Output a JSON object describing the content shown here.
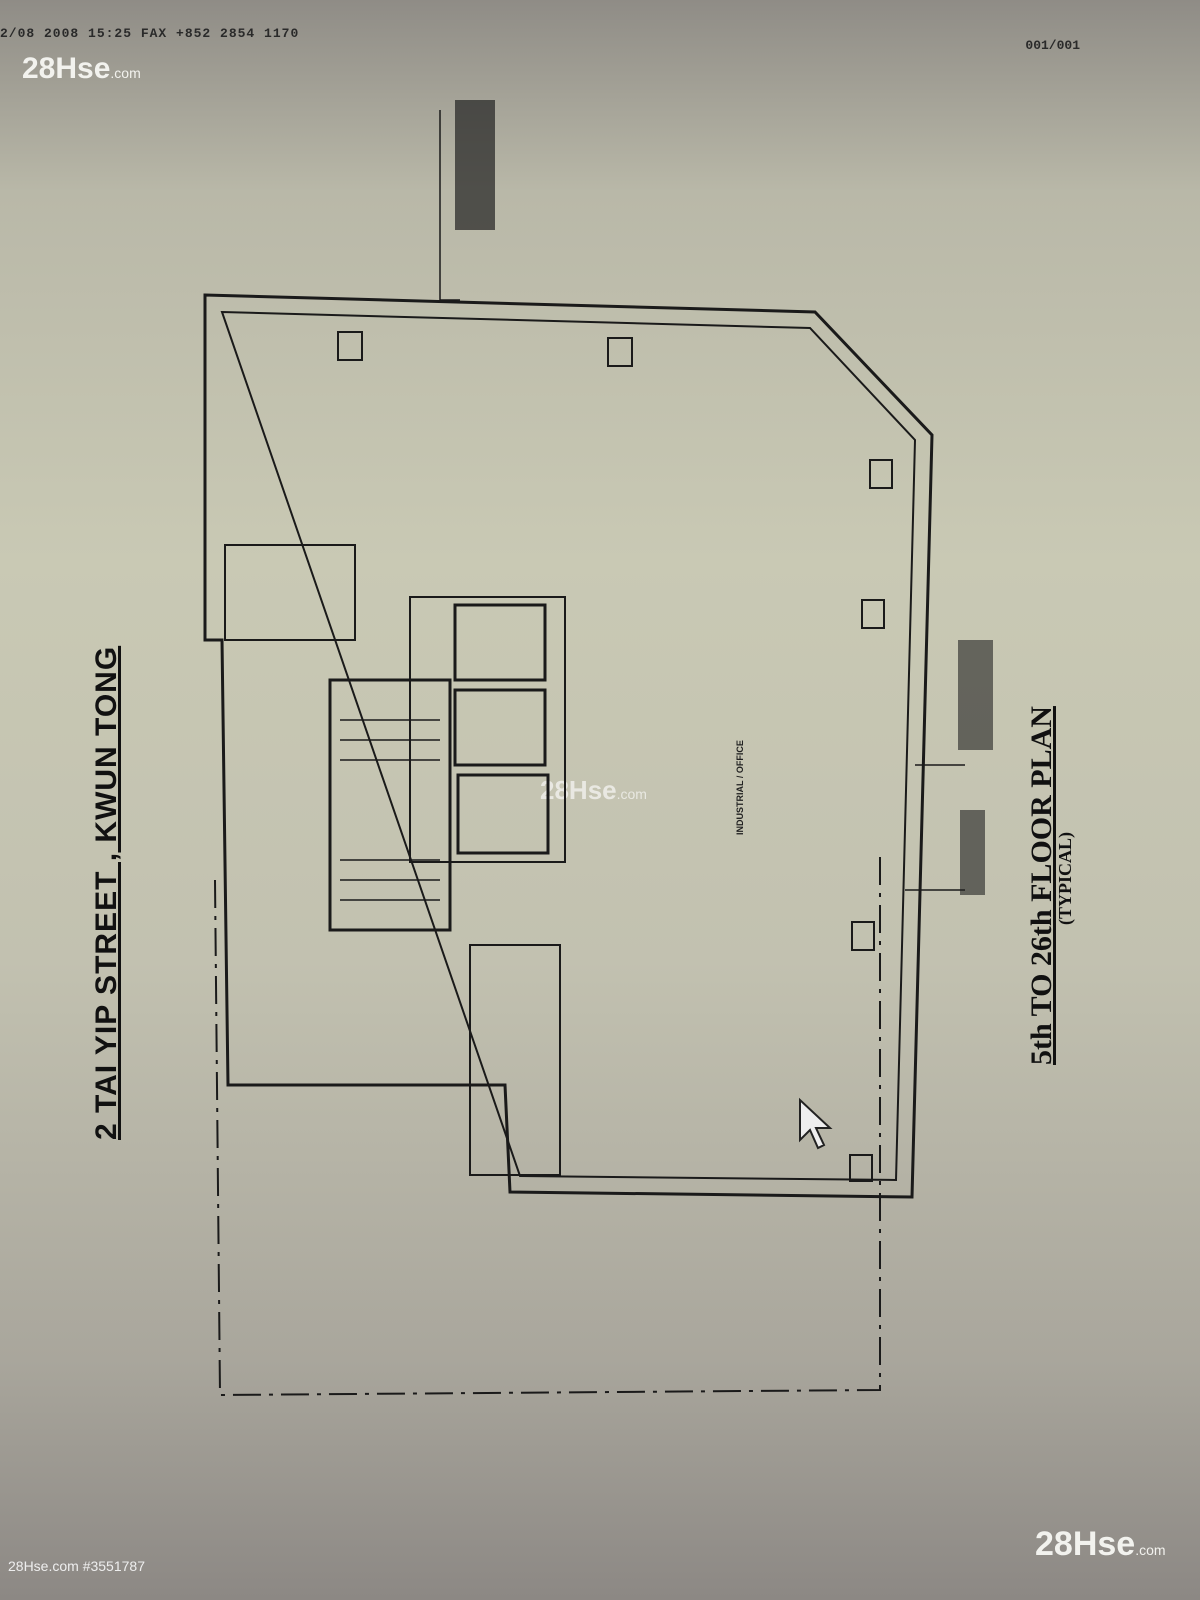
{
  "header": {
    "fax_line": "2/08 2008 15:25 FAX +852 2854 1170",
    "page_counter": "001/001"
  },
  "watermark": {
    "brand": "28Hse",
    "domain": ".com",
    "listing_id": "28Hse.com #3551787"
  },
  "plan": {
    "title": "2 TAI YIP STREET , KWUN TONG",
    "floor_label": "5th TO 26th FLOOR PLAN",
    "floor_note": "(TYPICAL)",
    "area_label": "INDUSTRIAL / OFFICE"
  }
}
